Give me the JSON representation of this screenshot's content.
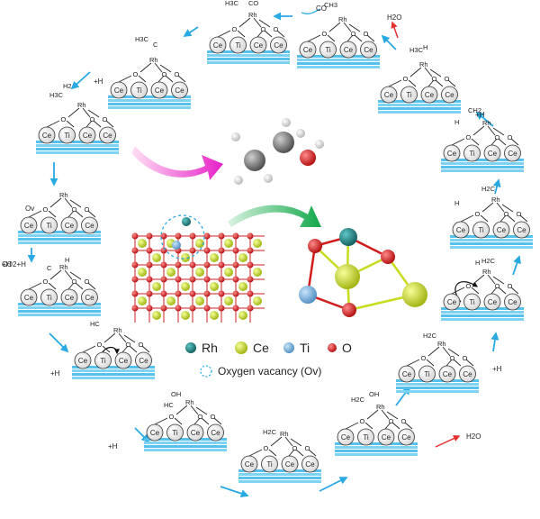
{
  "legend": {
    "rh": "Rh",
    "ce": "Ce",
    "ti": "Ti",
    "o": "O",
    "ov": "Oxygen vacancy (Ov)"
  },
  "surface_labels": [
    "Ce",
    "Ti",
    "Ce",
    "Ce"
  ],
  "side_labels": {
    "co_top": "CO",
    "h2o_top": "H2O",
    "h2o_bottom": "H2O",
    "co2h": "CO2+H",
    "ov": "Ov",
    "h_a": "+H",
    "h_b": "+H",
    "h_c": "+H",
    "h_d": "+H",
    "h_e": "+H",
    "h_f": "+H"
  },
  "atoms": {
    "rh": "Rh",
    "o": "O",
    "h": "H",
    "c": "C",
    "ch3": "CH3",
    "h3c": "H3C",
    "co": "CO",
    "ch2": "CH2",
    "h2c": "H2C",
    "hc": "HC",
    "h2": "H2",
    "oh": "OH"
  },
  "colors": {
    "rh": "#1f7f7f",
    "ce": "#c8dc1e",
    "ti": "#6aa7d6",
    "o": "#e02020",
    "surface": "#55c1ec",
    "arrow": "#29a9e1",
    "red_arrow": "#e53030",
    "bond_ce": "#c8dc1e",
    "bond_o": "#d01c1c"
  }
}
